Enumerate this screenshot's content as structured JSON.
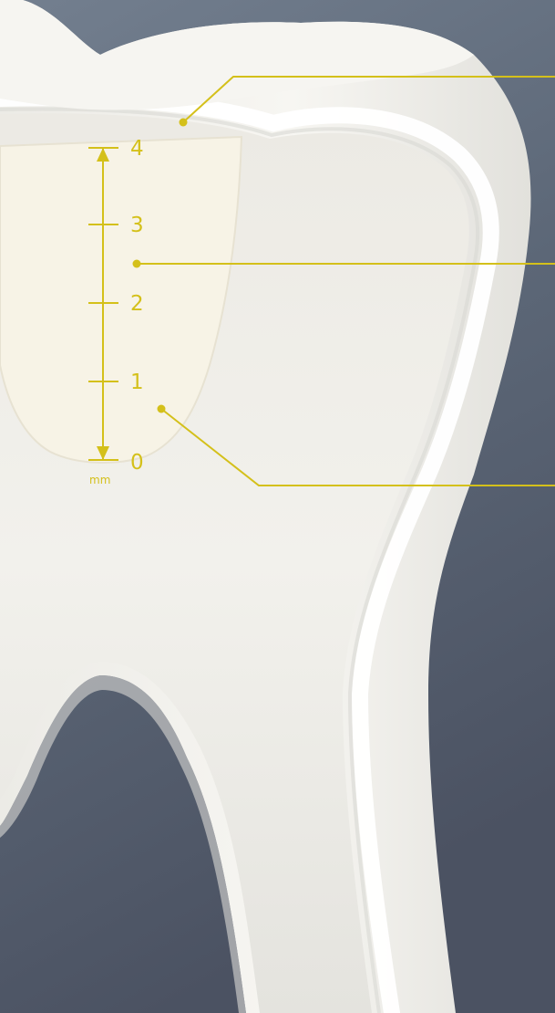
{
  "scale": {
    "unit": "mm",
    "ticks": [
      "4",
      "3",
      "2",
      "1",
      "0"
    ]
  },
  "colors": {
    "background_top": "#6e7a8a",
    "background_bottom": "#4e5666",
    "tooth": "#f3f2ee",
    "dentin": "#e9e7e0",
    "pulp_line": "#ffffff",
    "cavity": "#f6f2e4",
    "accent": "#d4c01a"
  },
  "icons": {
    "arrow_up": "arrow-up-icon",
    "arrow_down": "arrow-down-icon",
    "callout_dot": "callout-dot-icon"
  }
}
